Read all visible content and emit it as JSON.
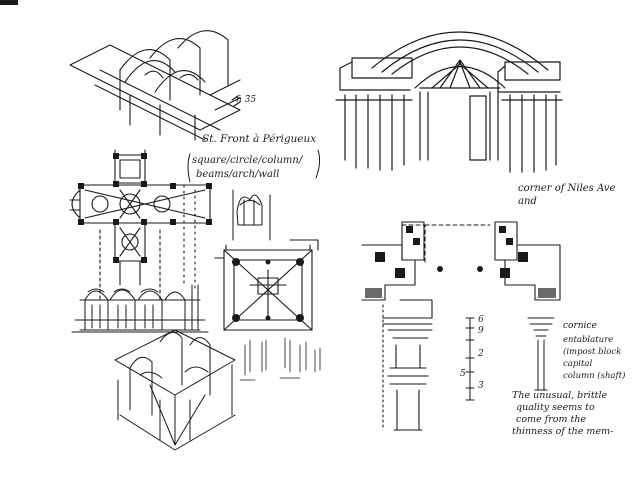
{
  "annotations": {
    "st_front": "St. Front à Périgueux",
    "legend_line1": "square/circle/column/",
    "legend_line2": "beams/arch/wall",
    "corner_line1": "corner of Niles Ave",
    "corner_line2": "and",
    "scale_top": "6",
    "scale_9": "9",
    "scale_2": "2",
    "scale_5": "5",
    "scale_3": "3",
    "label_cornice": "cornice",
    "label_entablature": "entablature",
    "label_impost": "(impost block",
    "label_capital": "capital",
    "label_column": "column (shaft)",
    "note_line1": "The unusual, brittle",
    "note_line2": "quality seems to",
    "note_line3": "come from the",
    "note_line4": "thinness of the mem-"
  },
  "colors": {
    "ink": "#1a1a1a",
    "paper": "#ffffff",
    "shade": "#6a6a6a"
  }
}
